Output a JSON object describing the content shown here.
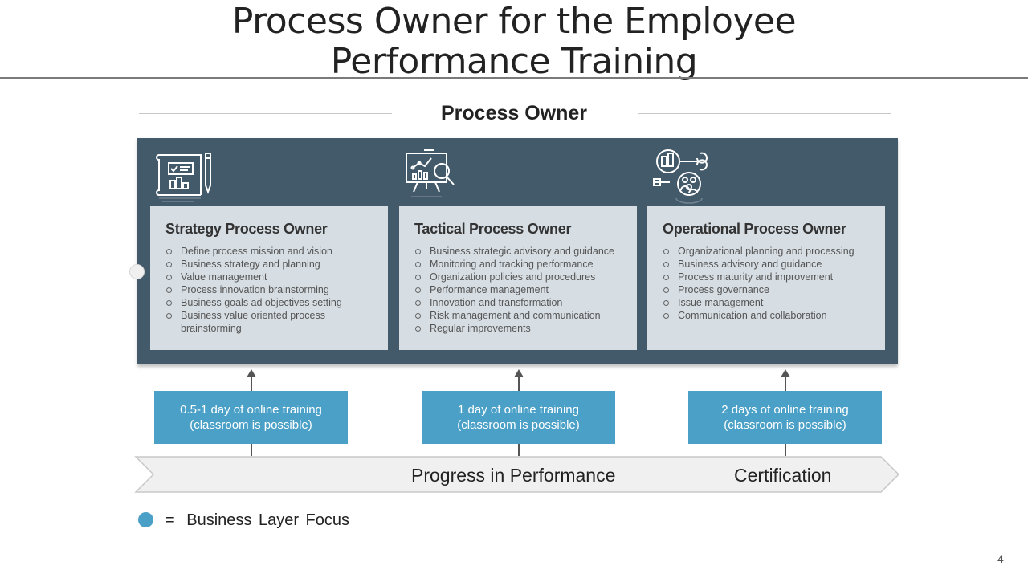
{
  "slide": {
    "title_line1": "Process Owner for the Employee",
    "title_line2": "Performance Training",
    "page_number": "4"
  },
  "process_owner": {
    "heading": "Process Owner",
    "columns": [
      {
        "icon": "blueprint-icon",
        "title": "Strategy Process Owner",
        "items": [
          "Define process mission and vision",
          "Business strategy and planning",
          "Value management",
          "Process innovation brainstorming",
          "Business goals ad objectives setting",
          "Business value oriented process brainstorming"
        ],
        "training": [
          "0.5-1 day of online training",
          "(classroom is possible)"
        ]
      },
      {
        "icon": "presentation-analysis-icon",
        "title": "Tactical Process Owner",
        "items": [
          "Business strategic advisory and guidance",
          "Monitoring and tracking performance",
          "Organization policies and procedures",
          "Performance management",
          "Innovation and transformation",
          "Risk management and communication",
          "Regular improvements"
        ],
        "training": [
          "1 day of online training",
          "(classroom is possible)"
        ]
      },
      {
        "icon": "operations-team-tools-icon",
        "title": "Operational Process Owner",
        "items": [
          "Organizational planning and processing",
          "Business advisory and guidance",
          "Process maturity and improvement",
          "Process governance",
          "Issue management",
          "Communication and collaboration"
        ],
        "training": [
          "2 days of online training",
          "(classroom is possible)"
        ]
      }
    ]
  },
  "progress": {
    "label": "Progress in Performance",
    "end_label": "Certification"
  },
  "legend": {
    "symbol": "=",
    "text": "Business Layer Focus"
  },
  "colors": {
    "panel": "#435a6b",
    "card": "#d6dde3",
    "accent": "#4aa0c7",
    "chevron": "#f0f0f0"
  }
}
